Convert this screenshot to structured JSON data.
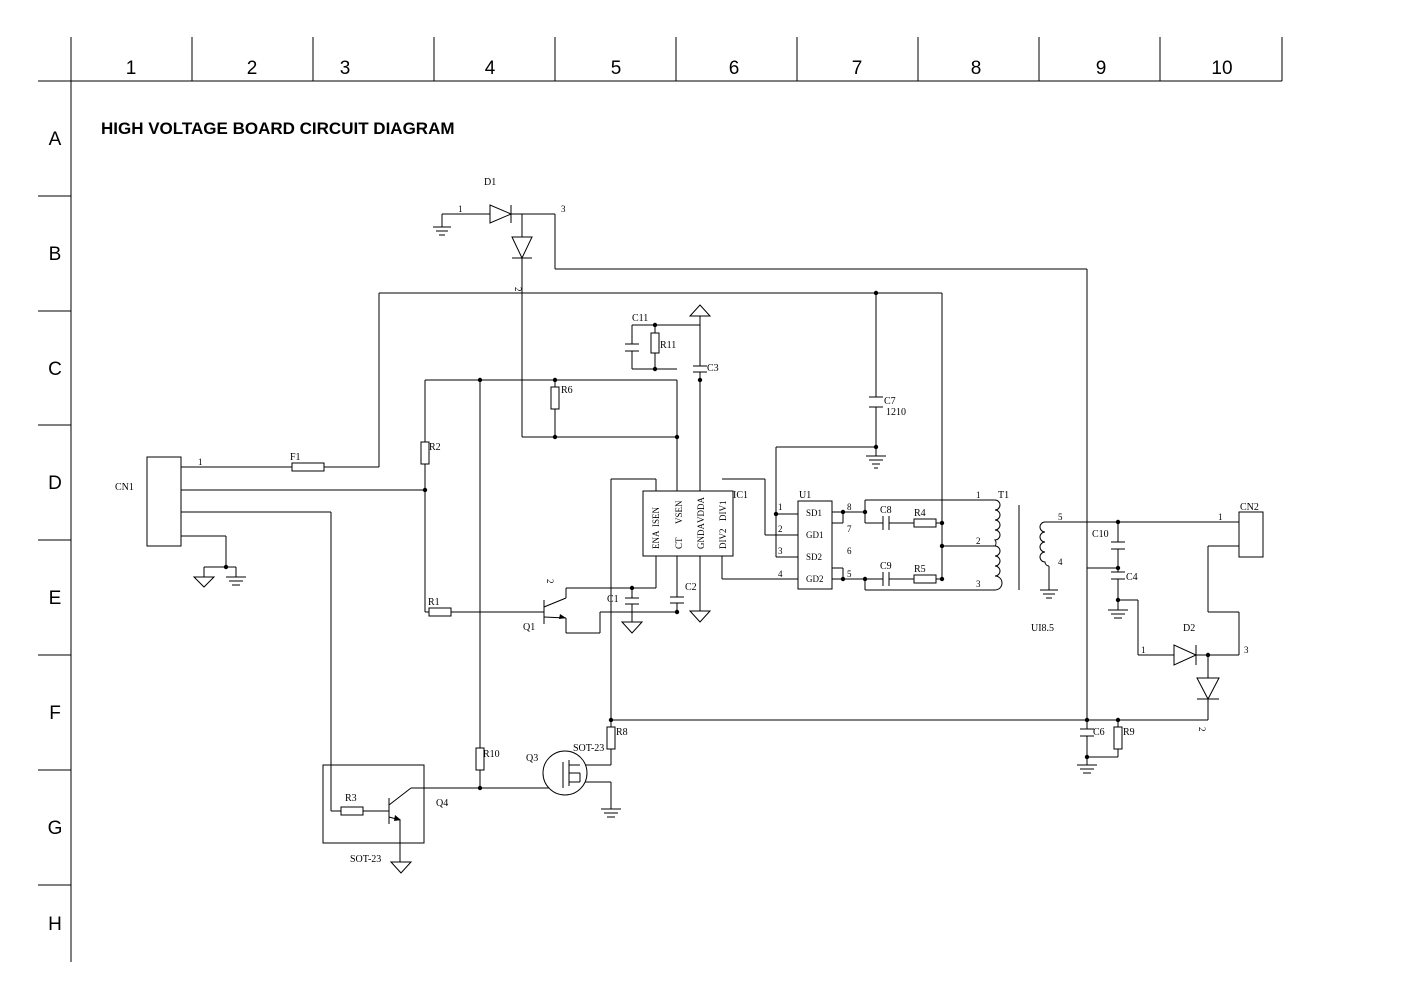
{
  "title": "HIGH VOLTAGE BOARD CIRCUIT DIAGRAM",
  "grid": {
    "columns": [
      "1",
      "2",
      "3",
      "4",
      "5",
      "6",
      "7",
      "8",
      "9",
      "10"
    ],
    "rows": [
      "A",
      "B",
      "C",
      "D",
      "E",
      "F",
      "G",
      "H"
    ]
  },
  "refs": {
    "D1": "D1",
    "D2": "D2",
    "CN1": "CN1",
    "CN2": "CN2",
    "F1": "F1",
    "R1": "R1",
    "R2": "R2",
    "R3": "R3",
    "R4": "R4",
    "R5": "R5",
    "R6": "R6",
    "R8": "R8",
    "R9": "R9",
    "R10": "R10",
    "R11": "R11",
    "C1": "C1",
    "C2": "C2",
    "C3": "C3",
    "C4": "C4",
    "C6": "C6",
    "C7": "C7",
    "C8": "C8",
    "C9": "C9",
    "C10": "C10",
    "C11": "C11",
    "Q1": "Q1",
    "Q3": "Q3",
    "Q4": "Q4",
    "IC1": "IC1",
    "U1": "U1",
    "T1": "T1"
  },
  "values": {
    "c7_pkg": "1210",
    "q3_pkg": "SOT-23",
    "q4_pkg": "SOT-23",
    "transformer_core": "UI8.5"
  },
  "ic1_pins": {
    "ena": "ENA",
    "isen": "ISEN",
    "vsen": "VSEN",
    "ct": "CT",
    "gnda": "GNDA",
    "vdda": "VDDA",
    "div1": "DIV1",
    "div2": "DIV2"
  },
  "u1_pins": {
    "sd1": "SD1",
    "gd1": "GD1",
    "sd2": "SD2",
    "gd2": "GD2"
  },
  "pin_numbers": {
    "n1": "1",
    "n2": "2",
    "n3": "3",
    "n4": "4",
    "n5": "5",
    "n6": "6",
    "n7": "7",
    "n8": "8"
  }
}
